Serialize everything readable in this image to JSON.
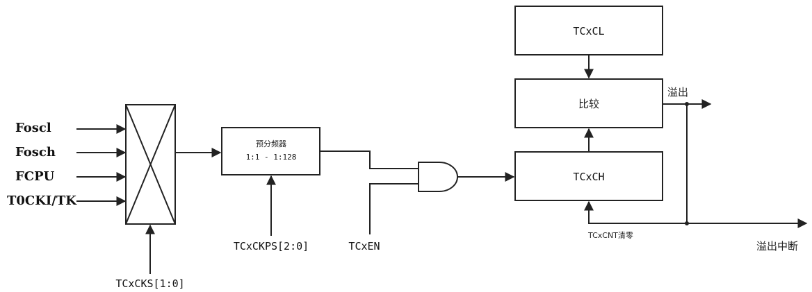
{
  "inputs": {
    "fosc_l": "Foscl",
    "fosc_h": "Fosch",
    "fcpu": "FCPU",
    "t0cki": "T0CKI/TK"
  },
  "selector_label": "TCxCKS[1:0]",
  "prescaler": {
    "title": "预分频器",
    "range": "1:1  -  1:128",
    "control_label": "TCxCKPS[2:0]"
  },
  "enable_label": "TCxEN",
  "registers": {
    "tcxcl": "TCxCL",
    "compare": "比较",
    "tcxch": "TCxCH"
  },
  "overflow_label": "溢出",
  "clear_label": "TCxCNT清零",
  "overflow_interrupt_label": "溢出中断"
}
